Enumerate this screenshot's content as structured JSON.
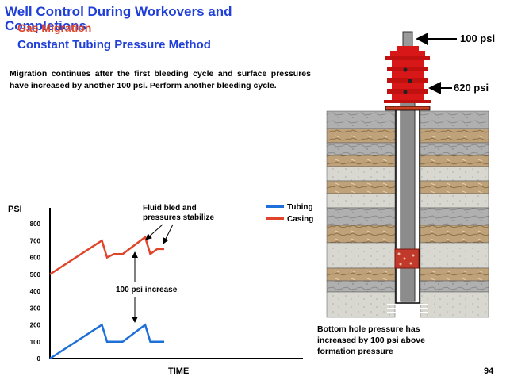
{
  "slide": {
    "title": "Well Control During Workovers and Completions",
    "subtitle_red": "Gas Migration",
    "subtitle_blue": "Constant Tubing Pressure Method",
    "body": "Migration continues after the first bleeding cycle and surface pressures have increased by another 100 psi. Perform another bleeding cycle.",
    "page_number": "94"
  },
  "chart_data": {
    "type": "line",
    "ylabel": "PSI",
    "xlabel": "TIME",
    "ylim": [
      0,
      800
    ],
    "yticks": [
      "0",
      "100",
      "200",
      "300",
      "400",
      "500",
      "600",
      "700",
      "800"
    ],
    "series": [
      {
        "name": "Tubing",
        "color": "#1f6fd8",
        "points": [
          [
            0,
            0
          ],
          [
            3,
            200
          ],
          [
            3.3,
            100
          ],
          [
            4.2,
            100
          ],
          [
            5.5,
            200
          ],
          [
            5.8,
            100
          ],
          [
            6.6,
            100
          ]
        ]
      },
      {
        "name": "Casing",
        "color": "#e0452b",
        "points": [
          [
            0,
            500
          ],
          [
            3,
            700
          ],
          [
            3.3,
            600
          ],
          [
            3.7,
            620
          ],
          [
            4.2,
            620
          ],
          [
            5.5,
            720
          ],
          [
            5.8,
            620
          ],
          [
            6.2,
            650
          ],
          [
            6.6,
            650
          ]
        ]
      }
    ],
    "annotations": {
      "fluid_bled": "Fluid bled and pressures stabilize",
      "increase": "100 psi increase"
    }
  },
  "diagram": {
    "tubing_pressure_label": "100 psi",
    "casing_pressure_label": "620 psi",
    "bottom_note": "Bottom hole pressure has increased by 100 psi above formation pressure",
    "colors": {
      "wellhead": "#d81818",
      "gas_bubble": "#c0392b",
      "formation_gray": "#a8a8a8",
      "formation_tan": "#b89a6c"
    }
  }
}
